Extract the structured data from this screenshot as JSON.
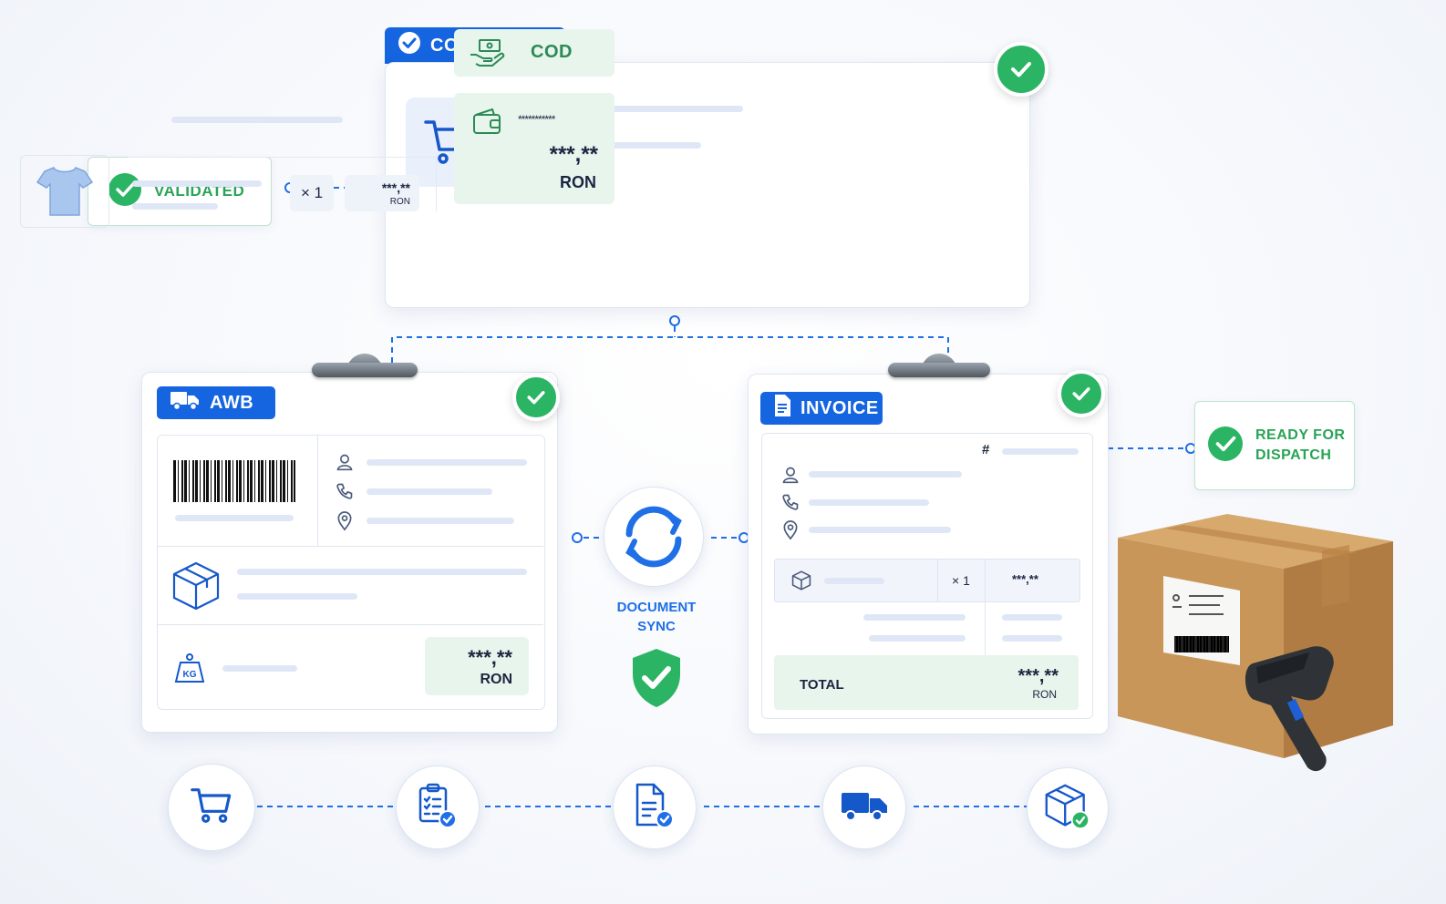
{
  "cod_order": {
    "tab_label": "COD ORDER",
    "payment_label": "COD",
    "masked_account": "***********",
    "amount": "***,**",
    "currency": "RON",
    "item_qty": "× 1",
    "item_price": "***,**",
    "item_currency": "RON"
  },
  "validated": {
    "label": "VALIDATED"
  },
  "awb": {
    "tab_label": "AWB",
    "weight_unit": "KG",
    "amount": "***,**",
    "currency": "RON"
  },
  "invoice": {
    "tab_label": "INVOICE",
    "number_symbol": "#",
    "item_qty": "× 1",
    "item_price": "***,**",
    "total_label": "TOTAL",
    "total_amount": "***,**",
    "total_currency": "RON"
  },
  "sync": {
    "label_line1": "DOCUMENT",
    "label_line2": "SYNC"
  },
  "ready": {
    "label_line1": "READY FOR",
    "label_line2": "DISPATCH"
  },
  "steps": [
    {
      "icon": "cart-icon"
    },
    {
      "icon": "checklist-icon"
    },
    {
      "icon": "document-check-icon"
    },
    {
      "icon": "truck-icon"
    },
    {
      "icon": "package-check-icon"
    }
  ],
  "colors": {
    "accent": "#1565e0",
    "success": "#2bb463",
    "box": "#c9975e"
  }
}
